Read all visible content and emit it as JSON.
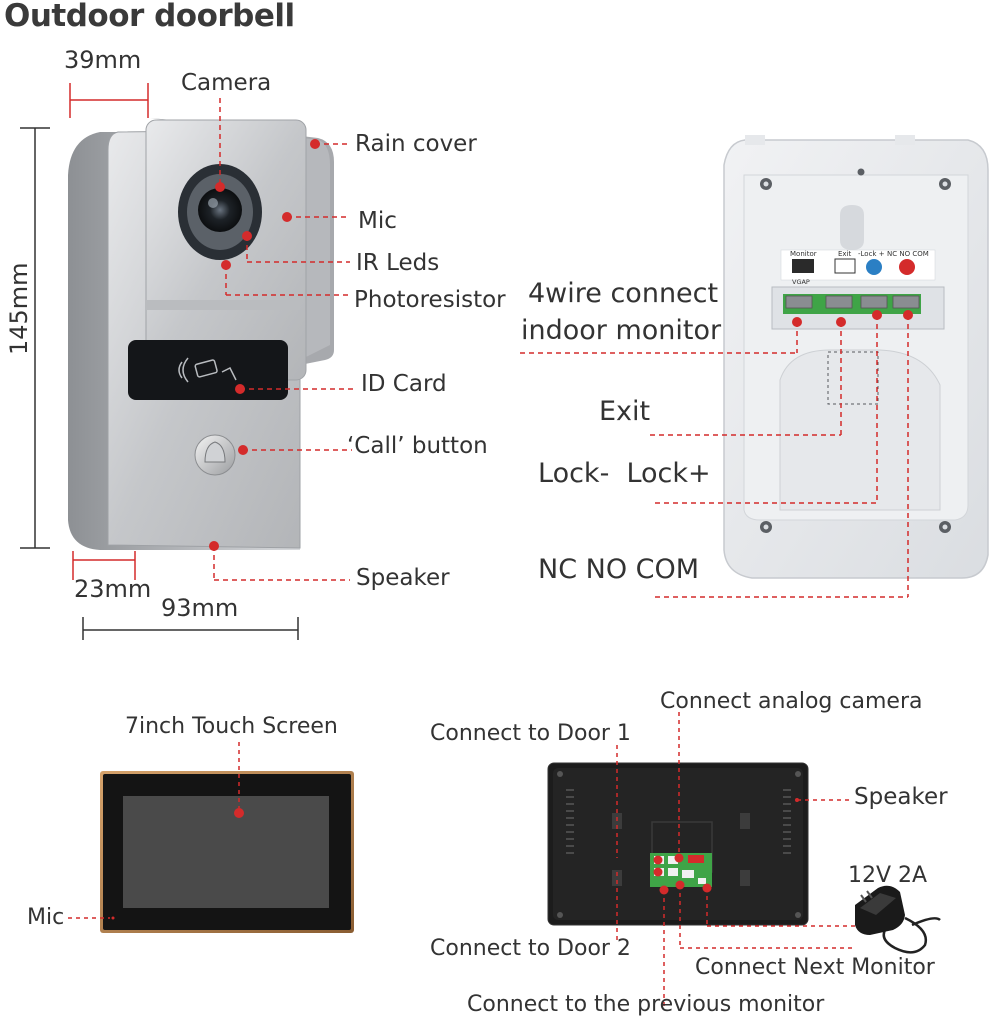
{
  "title": "Outdoor doorbell",
  "dimensions": {
    "width_top": "39mm",
    "height": "145mm",
    "depth_bottom": "23mm",
    "width_bottom": "93mm"
  },
  "doorbell_front_labels": {
    "camera": "Camera",
    "rain_cover": "Rain cover",
    "mic": "Mic",
    "ir_leds": "IR Leds",
    "photoresistor": "Photoresistor",
    "id_card": "ID Card",
    "call_button": "‘Call’ button",
    "speaker": "Speaker"
  },
  "doorbell_back_labels": {
    "four_wire_line1": "4wire connect",
    "four_wire_line2": "indoor monitor",
    "exit": "Exit",
    "lock": "Lock-  Lock+",
    "nc_no_com": "NC NO COM"
  },
  "terminal_labels": {
    "monitor": "Monitor",
    "exit": "Exit",
    "lock": "-Lock +",
    "nc_no_com": "NC NO COM",
    "vgap": "VGAP"
  },
  "monitor_front_labels": {
    "screen": "7inch Touch Screen",
    "mic": "Mic"
  },
  "monitor_back_labels": {
    "analog_camera": "Connect analog camera",
    "door1": "Connect to Door 1",
    "speaker": "Speaker",
    "power": "12V 2A",
    "door2": "Connect to Door 2",
    "next_monitor": "Connect Next Monitor",
    "previous_monitor": "Connect to the previous monitor"
  },
  "colors": {
    "dot": "#d42b2b",
    "leader": "#d42b2b",
    "silver": "#c9cbce",
    "monitor_body": "#1c1c1c"
  }
}
